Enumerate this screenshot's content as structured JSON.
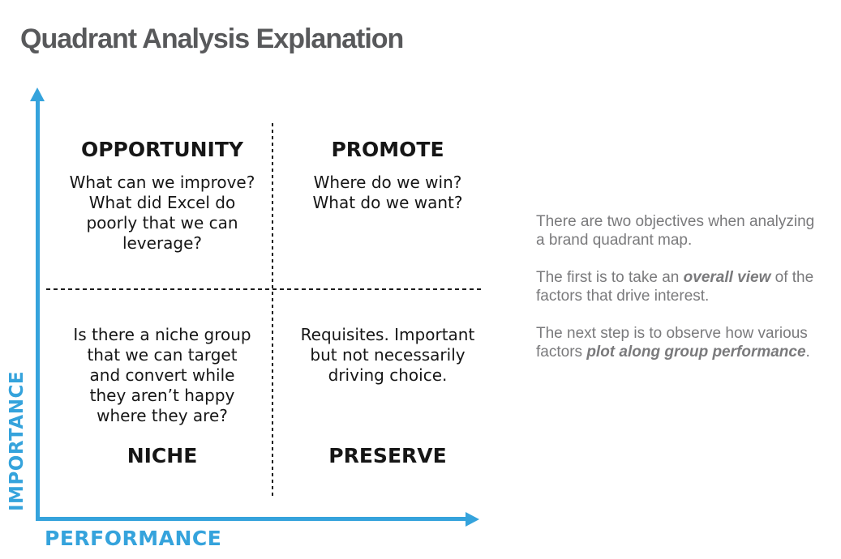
{
  "title": "Quadrant Analysis Explanation",
  "colors": {
    "axis_blue": "#35a3dc",
    "title_gray": "#58595b",
    "paragraph_gray": "#7a7a7c",
    "quadrant_text": "#161616"
  },
  "axes": {
    "y_label": "IMPORTANCE",
    "x_label": "PERFORMANCE"
  },
  "quadrants": {
    "top_left": {
      "heading": "OPPORTUNITY",
      "body": "What can we improve?\nWhat did Excel do\npoorly that we can\nleverage?"
    },
    "top_right": {
      "heading": "PROMOTE",
      "body": "Where do we win?\nWhat do we want?"
    },
    "bottom_left": {
      "heading": "NICHE",
      "body": "Is there a niche group\nthat we can target\nand convert while\nthey aren’t happy\nwhere they are?"
    },
    "bottom_right": {
      "heading": "PRESERVE",
      "body": "Requisites. Important\nbut not necessarily\ndriving choice."
    }
  },
  "right_panel": {
    "paragraphs": [
      {
        "segments": [
          {
            "text": "There are two objectives when analyzing\na brand quadrant map.",
            "emphasis": false
          }
        ]
      },
      {
        "segments": [
          {
            "text": "The first is to take an ",
            "emphasis": false
          },
          {
            "text": "overall view",
            "emphasis": true
          },
          {
            "text": " of the\nfactors that drive interest.",
            "emphasis": false
          }
        ]
      },
      {
        "segments": [
          {
            "text": "The next step is to observe how various\nfactors ",
            "emphasis": false
          },
          {
            "text": "plot along group performance",
            "emphasis": true
          },
          {
            "text": ".",
            "emphasis": false
          }
        ]
      }
    ]
  }
}
